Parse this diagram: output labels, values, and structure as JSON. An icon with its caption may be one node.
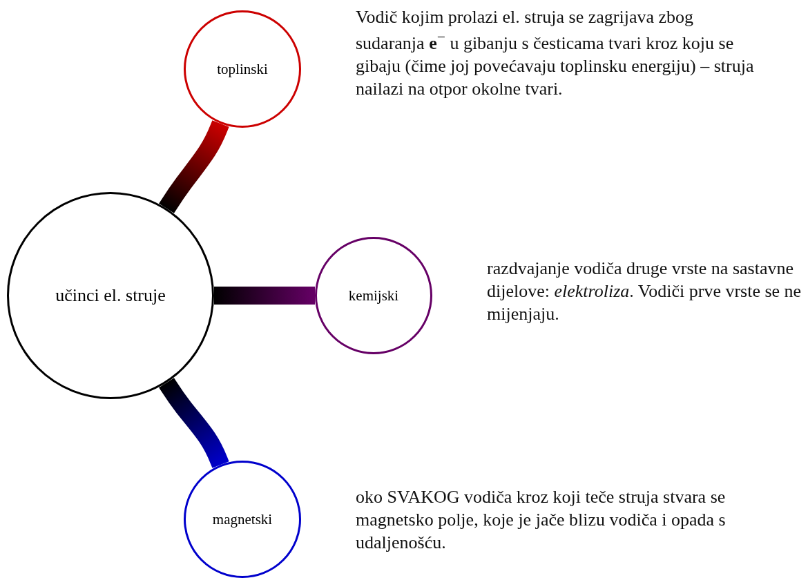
{
  "diagram": {
    "nodes": [
      {
        "text": [
          "učinci el. struje"
        ]
      },
      {
        "text": [
          "toplinski"
        ],
        "beside": [
          "Vodič kojim prolazi el. struja se zagrijava zbog sudaranja **e**$^{−}$ u gibanju s česticama tvari kroz koju se gibaju (čime joj povećavaju toplinsku energiju) – struja nailazi na otpor okolne tvari."
        ]
      },
      {
        "text": [
          "kemijski"
        ],
        "beside": [
          "razdvajanje vodiča druge vrste na sastavne dijelove: *elektroliza*. Vodiči prve vrste se ne mijenjaju."
        ]
      },
      {
        "text": [
          "magnetski"
        ],
        "beside": [
          "oko SVAKOG vodiča kroz koji teče struja stvara se magnetsko polje, koje je jače blizu vodiča i opada s udaljenošću."
        ]
      }
    ],
    "edges": [
      {
        "from": 0,
        "to": 1,
        "arrow": "none"
      },
      {
        "from": 0,
        "to": 2,
        "arrow": "none"
      },
      {
        "from": 0,
        "to": 3,
        "arrow": "none"
      }
    ]
  }
}
